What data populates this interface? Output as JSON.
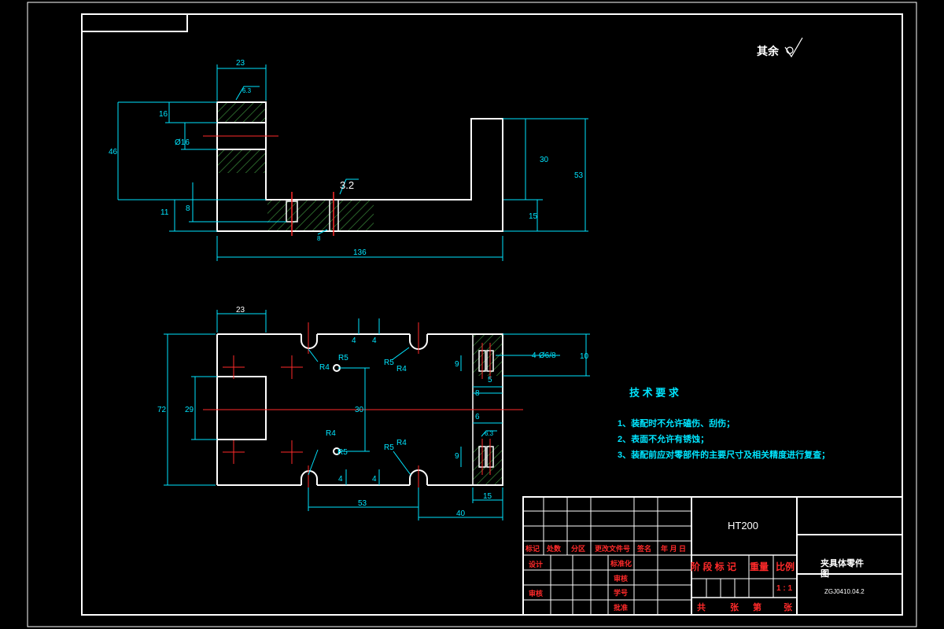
{
  "drawing": {
    "surface_note": "其余",
    "roughness_top": "6.3",
    "roughness_mid": "3.2",
    "roughness_small": "6.3",
    "front_view_dims": {
      "width_top": "23",
      "h16": "16",
      "dia16": "Ø16",
      "h46": "46",
      "h11": "11",
      "h8": "8",
      "h30": "30",
      "h53": "53",
      "h15": "15",
      "len136": "136",
      "small": "8"
    },
    "top_view_dims": {
      "width_top": "23",
      "h72": "72",
      "h29": "29",
      "h30": "30",
      "r4a": "R4",
      "r5a": "R5",
      "r5b": "R5",
      "r4b": "R4",
      "r4c": "R4",
      "r5c": "R5",
      "r5d": "R5",
      "r4d": "R4",
      "d4a": "4",
      "d4b": "4",
      "d4c": "4",
      "d4d": "4",
      "holes": "4-Ø6/8",
      "h10": "10",
      "h9a": "9",
      "h9b": "9",
      "h8": "8",
      "h5": "5",
      "h6": "6",
      "w53": "53",
      "w40": "40",
      "w15": "15"
    },
    "tech_req": {
      "title": "技 术 要 求",
      "items": [
        "1、装配时不允许磕伤、刮伤；",
        "2、表面不允许有锈蚀；",
        "3、装配前应对零部件的主要尺寸及相关精度进行复查；"
      ]
    },
    "title_block": {
      "material": "HT200",
      "name_line1": "夹具体零件",
      "name_line2": "图",
      "code": "ZGJ0410.04.2",
      "rev_headers": [
        "标记",
        "处数",
        "分区",
        "更改文件号",
        "签名",
        "年 月 日"
      ],
      "left_labels": [
        "设计",
        "审核"
      ],
      "mid_labels": [
        "标准化",
        "审核",
        "学号",
        "批准"
      ],
      "stage_headers": [
        "阶 段 标 记",
        "重量",
        "比例"
      ],
      "scale": "1 : 1",
      "sheet_row": [
        "共",
        "张",
        "第",
        "张"
      ]
    }
  }
}
